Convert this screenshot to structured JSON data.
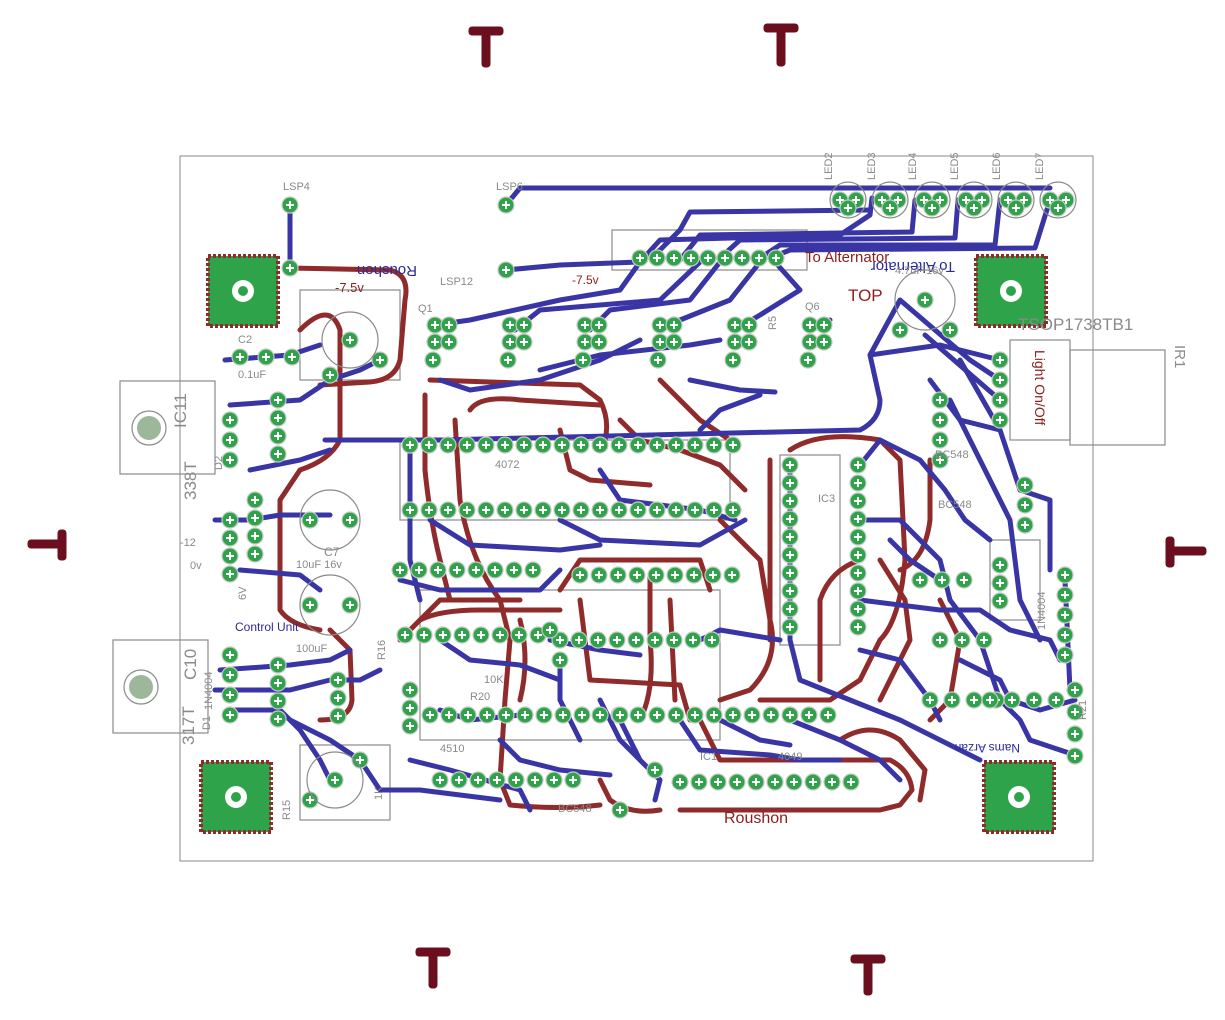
{
  "board": {
    "labels": {
      "roushon_top": "Roushon",
      "roushon_bottom": "Roushon",
      "minus75_left": "-7.5v",
      "minus75_mid": "-7.5v",
      "to_alternator": "To Alternator",
      "top_word": "TOP",
      "control_unit": "Control Unit",
      "lsp4": "LSP4",
      "lsp6": "LSP6",
      "lsp12": "LSP12",
      "c2": "C2",
      "c2v": "0.1uF",
      "c7": "C7",
      "c7v": "10uF 16v",
      "c10": "C10",
      "c10v": "1N4004",
      "t338": "338T",
      "t317": "317T",
      "ic11": "IC11",
      "d1": "D1",
      "d2": "D2",
      "ic3": "IC3",
      "ic1": "IC1",
      "ic4072": "4072",
      "ic4049": "4049",
      "ic4510": "4510",
      "bc548_a": "BC548",
      "bc548_b": "BC548",
      "bc548_c": "BC548",
      "r15": "R15",
      "r20": "R20",
      "r21": "R21",
      "r16": "R16",
      "r5": "R5",
      "q1": "Q1",
      "q6": "Q6",
      "k1": "1K",
      "tsop": "TSOP1738TB1",
      "ir1": "IR1",
      "light_on_off": "Light On/Off",
      "in_4004_r": "1N4004",
      "cap_470": "4.7uF 16v",
      "r_10k": "10K",
      "cap_100u": "100uF",
      "led2": "LED2",
      "led3": "LED3",
      "led4": "LED4",
      "led5": "LED5",
      "led6": "LED6",
      "led7": "LED7",
      "neg12": "-12",
      "zero_v": "0v",
      "six_v": "6V",
      "nums": "Nams Arzan"
    }
  },
  "colors": {
    "background": "#ffffff",
    "board_outline": "#8a8a8a",
    "top_copper": "#3a35a5",
    "bottom_copper": "#8f2b2b",
    "pad": "#2fa34a",
    "mount_pad": "#2fa34a",
    "mount_pad_border": "#8f2b2b",
    "registration_mark": "#6b0f1f"
  }
}
